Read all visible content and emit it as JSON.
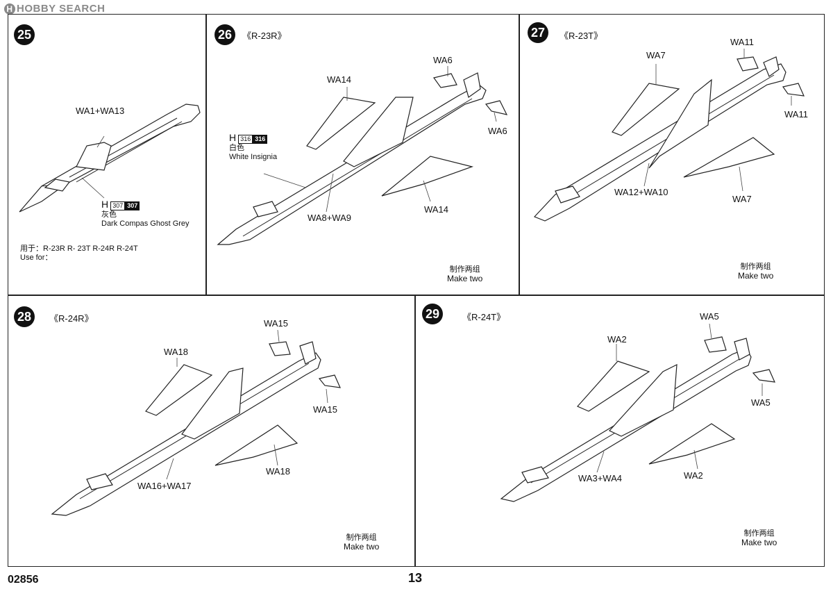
{
  "watermark": "HOBBY SEARCH",
  "panels": {
    "p25": {
      "step": "25",
      "wing_label": "WA1+WA13",
      "paint_prefix": "H",
      "paint_code": "307",
      "paint_cn": "灰色",
      "paint_name": "Dark Compas Ghost Grey",
      "used_cn": "用于：R-23R R- 23T R-24R R-24T",
      "used_en": "Use for："
    },
    "p26": {
      "step": "26",
      "variant": "《R-23R》",
      "labels": {
        "a": "WA14",
        "b": "WA6",
        "c": "WA6",
        "d": "WA14",
        "e": "WA8+WA9"
      },
      "paint_prefix": "H",
      "paint_code": "316",
      "paint_cn": "白色",
      "paint_name": "White Insignia",
      "make_cn": "制作两组",
      "make_en": "Make two"
    },
    "p27": {
      "step": "27",
      "variant": "《R-23T》",
      "labels": {
        "a": "WA7",
        "b": "WA11",
        "c": "WA11",
        "d": "WA12+WA10",
        "e": "WA7"
      },
      "make_cn": "制作两组",
      "make_en": "Make two"
    },
    "p28": {
      "step": "28",
      "variant": "《R-24R》",
      "labels": {
        "a": "WA18",
        "b": "WA15",
        "c": "WA15",
        "d": "WA18",
        "e": "WA16+WA17"
      },
      "make_cn": "制作两组",
      "make_en": "Make two"
    },
    "p29": {
      "step": "29",
      "variant": "《R-24T》",
      "labels": {
        "a": "WA2",
        "b": "WA5",
        "c": "WA5",
        "d": "WA3+WA4",
        "e": "WA2"
      },
      "make_cn": "制作两组",
      "make_en": "Make two"
    }
  },
  "footer": {
    "code": "02856",
    "page": "13"
  }
}
